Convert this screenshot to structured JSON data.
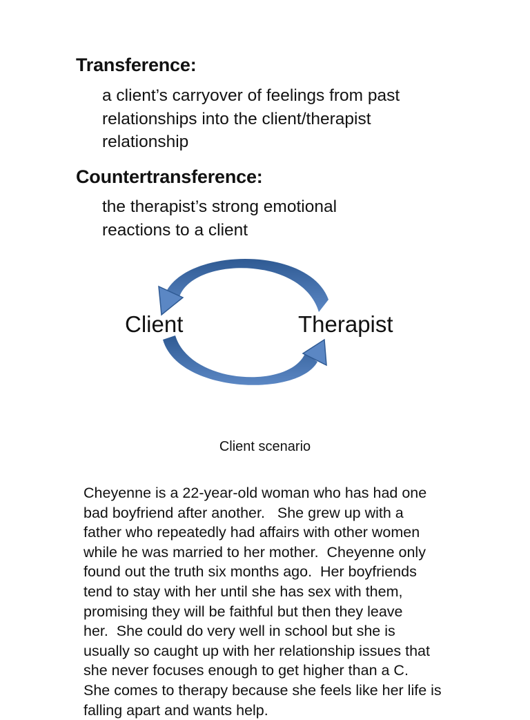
{
  "slide": {
    "definitions": [
      {
        "term": "Transference:",
        "lines": [
          "a client’s carryover of feelings from past",
          "relationships into the client/therapist",
          "relationship"
        ]
      },
      {
        "term": "Countertransference:",
        "lines": [
          "the therapist’s strong emotional",
          "reactions to a client"
        ]
      }
    ],
    "diagram": {
      "left_label": "Client",
      "right_label": "Therapist",
      "arrow_color_dark": "#2f5a93",
      "arrow_color_mid": "#4a79b2",
      "arrow_color_light": "#5b87c4"
    },
    "caption": "Client scenario",
    "paragraph_lines": [
      "Cheyenne is a 22-year-old woman who has had one",
      "bad boyfriend after another.   She grew up with a",
      "father who repeatedly had affairs with other women",
      "while he was married to her mother.  Cheyenne only",
      "found out the truth six months ago.  Her boyfriends",
      "tend to stay with her until she has sex with them,",
      "promising they will be faithful but then they leave",
      "her.  She could do very well in school but she is",
      "usually so caught up with her relationship issues that",
      "she never focuses enough to get higher than a C.",
      "She comes to therapy because she feels like her life is",
      "falling apart and wants help."
    ]
  }
}
